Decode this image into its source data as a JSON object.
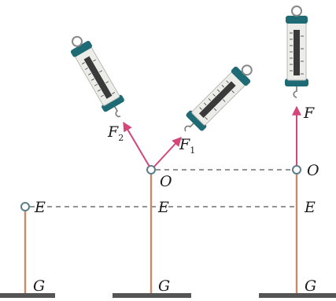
{
  "labels": {
    "G_left": "G",
    "G_middle": "G",
    "G_right": "G",
    "E_left": "E",
    "E_middle": "E",
    "E_right": "E",
    "O_middle": "O",
    "O_right": "O",
    "F1_letter": "F",
    "F1_sub": "1",
    "F2_letter": "F",
    "F2_sub": "2",
    "F_right": "F"
  },
  "colors": {
    "rubber_band": "#c98a6a",
    "force_arrow": "#d4457a",
    "ring": "#5a7d8a",
    "dashed_line": "#555555",
    "ground": "#555555",
    "scale_body": "#e9e9e6",
    "scale_cap": "#1f6b75",
    "scale_window": "#3a3a3a"
  },
  "icons": [
    "spring-scale-icon",
    "ring-icon"
  ]
}
